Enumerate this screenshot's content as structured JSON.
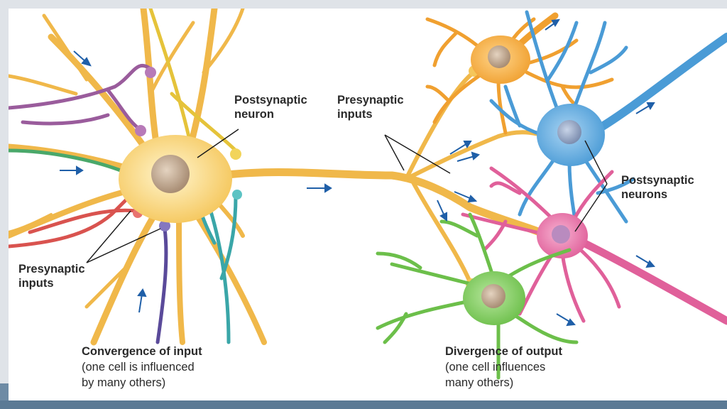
{
  "labels": {
    "postsynaptic_neuron": [
      "Postsynaptic",
      "neuron"
    ],
    "presynaptic_inputs_top": [
      "Presynaptic",
      "inputs"
    ],
    "presynaptic_inputs_left": [
      "Presynaptic",
      "inputs"
    ],
    "postsynaptic_neurons": [
      "Postsynaptic",
      "neurons"
    ]
  },
  "captions": {
    "convergence": {
      "title": "Convergence of input",
      "line1": "(one cell is influenced",
      "line2": "by many others)"
    },
    "divergence": {
      "title": "Divergence of output",
      "line1": "(one cell influences",
      "line2": "many others)"
    }
  },
  "colors": {
    "yellow_neuron": "#f5c65a",
    "yellow_light": "#fde9a8",
    "orange_neuron": "#f0a030",
    "blue_neuron": "#4a9bd6",
    "pink_neuron": "#e0609a",
    "green_neuron": "#6cbf4a",
    "purple_axon": "#9a5c9c",
    "teal_axon": "#3aa6a8",
    "red_axon": "#d9534f",
    "arrow": "#1f5fa8",
    "nucleus": "#c9ac8e"
  }
}
